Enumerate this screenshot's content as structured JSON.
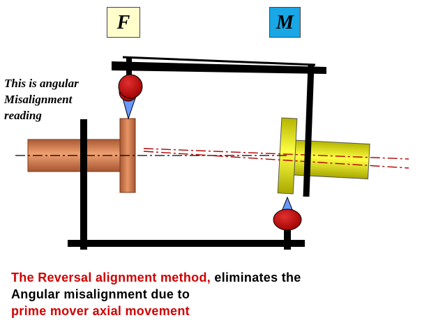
{
  "labels": {
    "fixed": "F",
    "movable": "M"
  },
  "note": {
    "line1": "This is angular",
    "line2": "Misalignment",
    "line3": "reading"
  },
  "caption": {
    "part1": "The Reversal alignment method,",
    "part2": " eliminates the",
    "line2": "Angular misalignment due to",
    "line3": "prime mover axial movement"
  },
  "colors": {
    "fixed_box": "#FFFFCC",
    "movable_box": "#19A7E6",
    "shaft_fixed": "#C8704A",
    "shaft_movable": "#E6E600",
    "indicator_ball": "#C00000",
    "indicator_tip": "#6699FF",
    "caption_red": "#D00000",
    "centerline_red": "#B00000"
  },
  "icons": [
    "dial-indicator-icon"
  ]
}
